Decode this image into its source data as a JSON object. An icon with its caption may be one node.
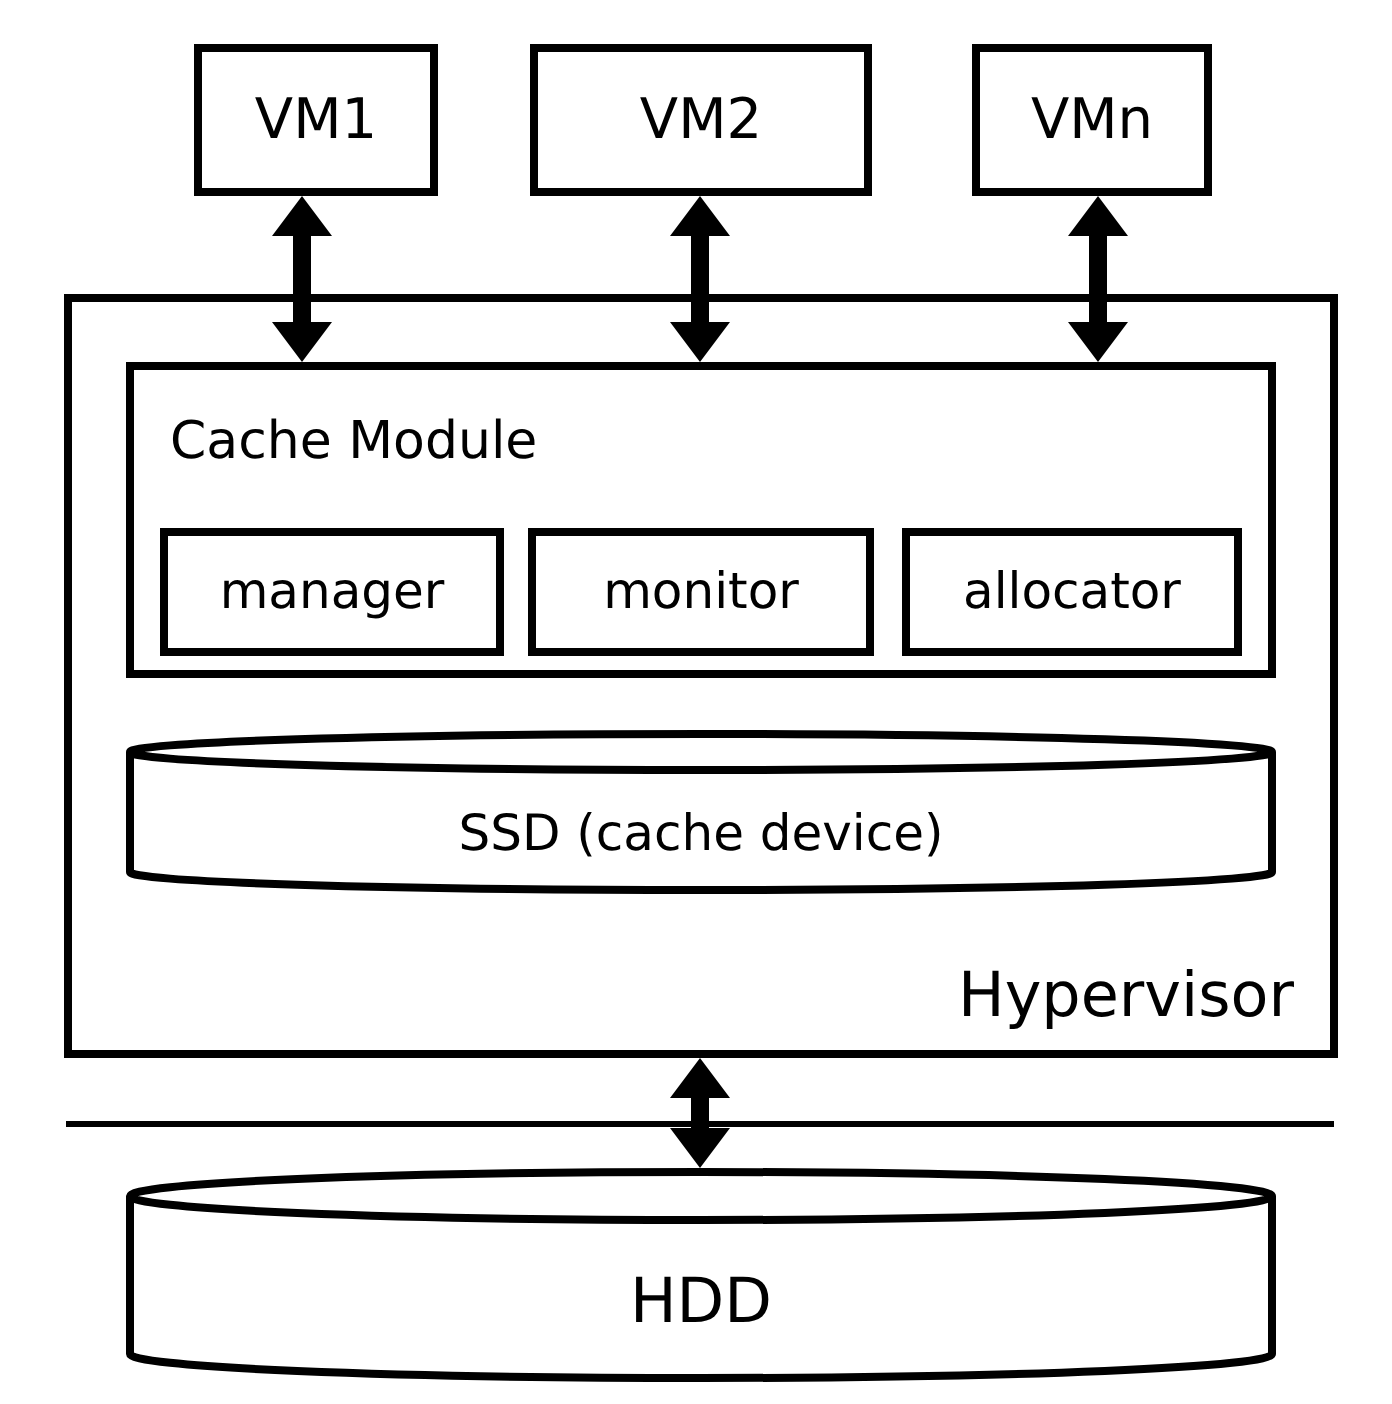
{
  "diagram": {
    "nodes": [
      {
        "text": [
          "VM1"
        ]
      },
      {
        "text": [
          "VM2"
        ]
      },
      {
        "text": [
          "VMn"
        ]
      },
      {
        "text": [
          "Hypervisor"
        ]
      },
      {
        "text": [
          "Cache Module"
        ],
        "in": 3
      },
      {
        "text": [
          "manager"
        ],
        "in": 4
      },
      {
        "text": [
          "monitor"
        ],
        "in": 4
      },
      {
        "text": [
          "allocator"
        ],
        "in": 4
      },
      {
        "text": [
          "SSD (cache device)"
        ],
        "in": 3
      },
      {
        "text": [
          "HDD"
        ]
      }
    ],
    "edges": [
      {
        "from": 0,
        "to": 4,
        "arrow": "both"
      },
      {
        "from": 1,
        "to": 4,
        "arrow": "both"
      },
      {
        "from": 2,
        "to": 4,
        "arrow": "both"
      },
      {
        "from": 3,
        "to": 9,
        "arrow": "both"
      }
    ]
  }
}
